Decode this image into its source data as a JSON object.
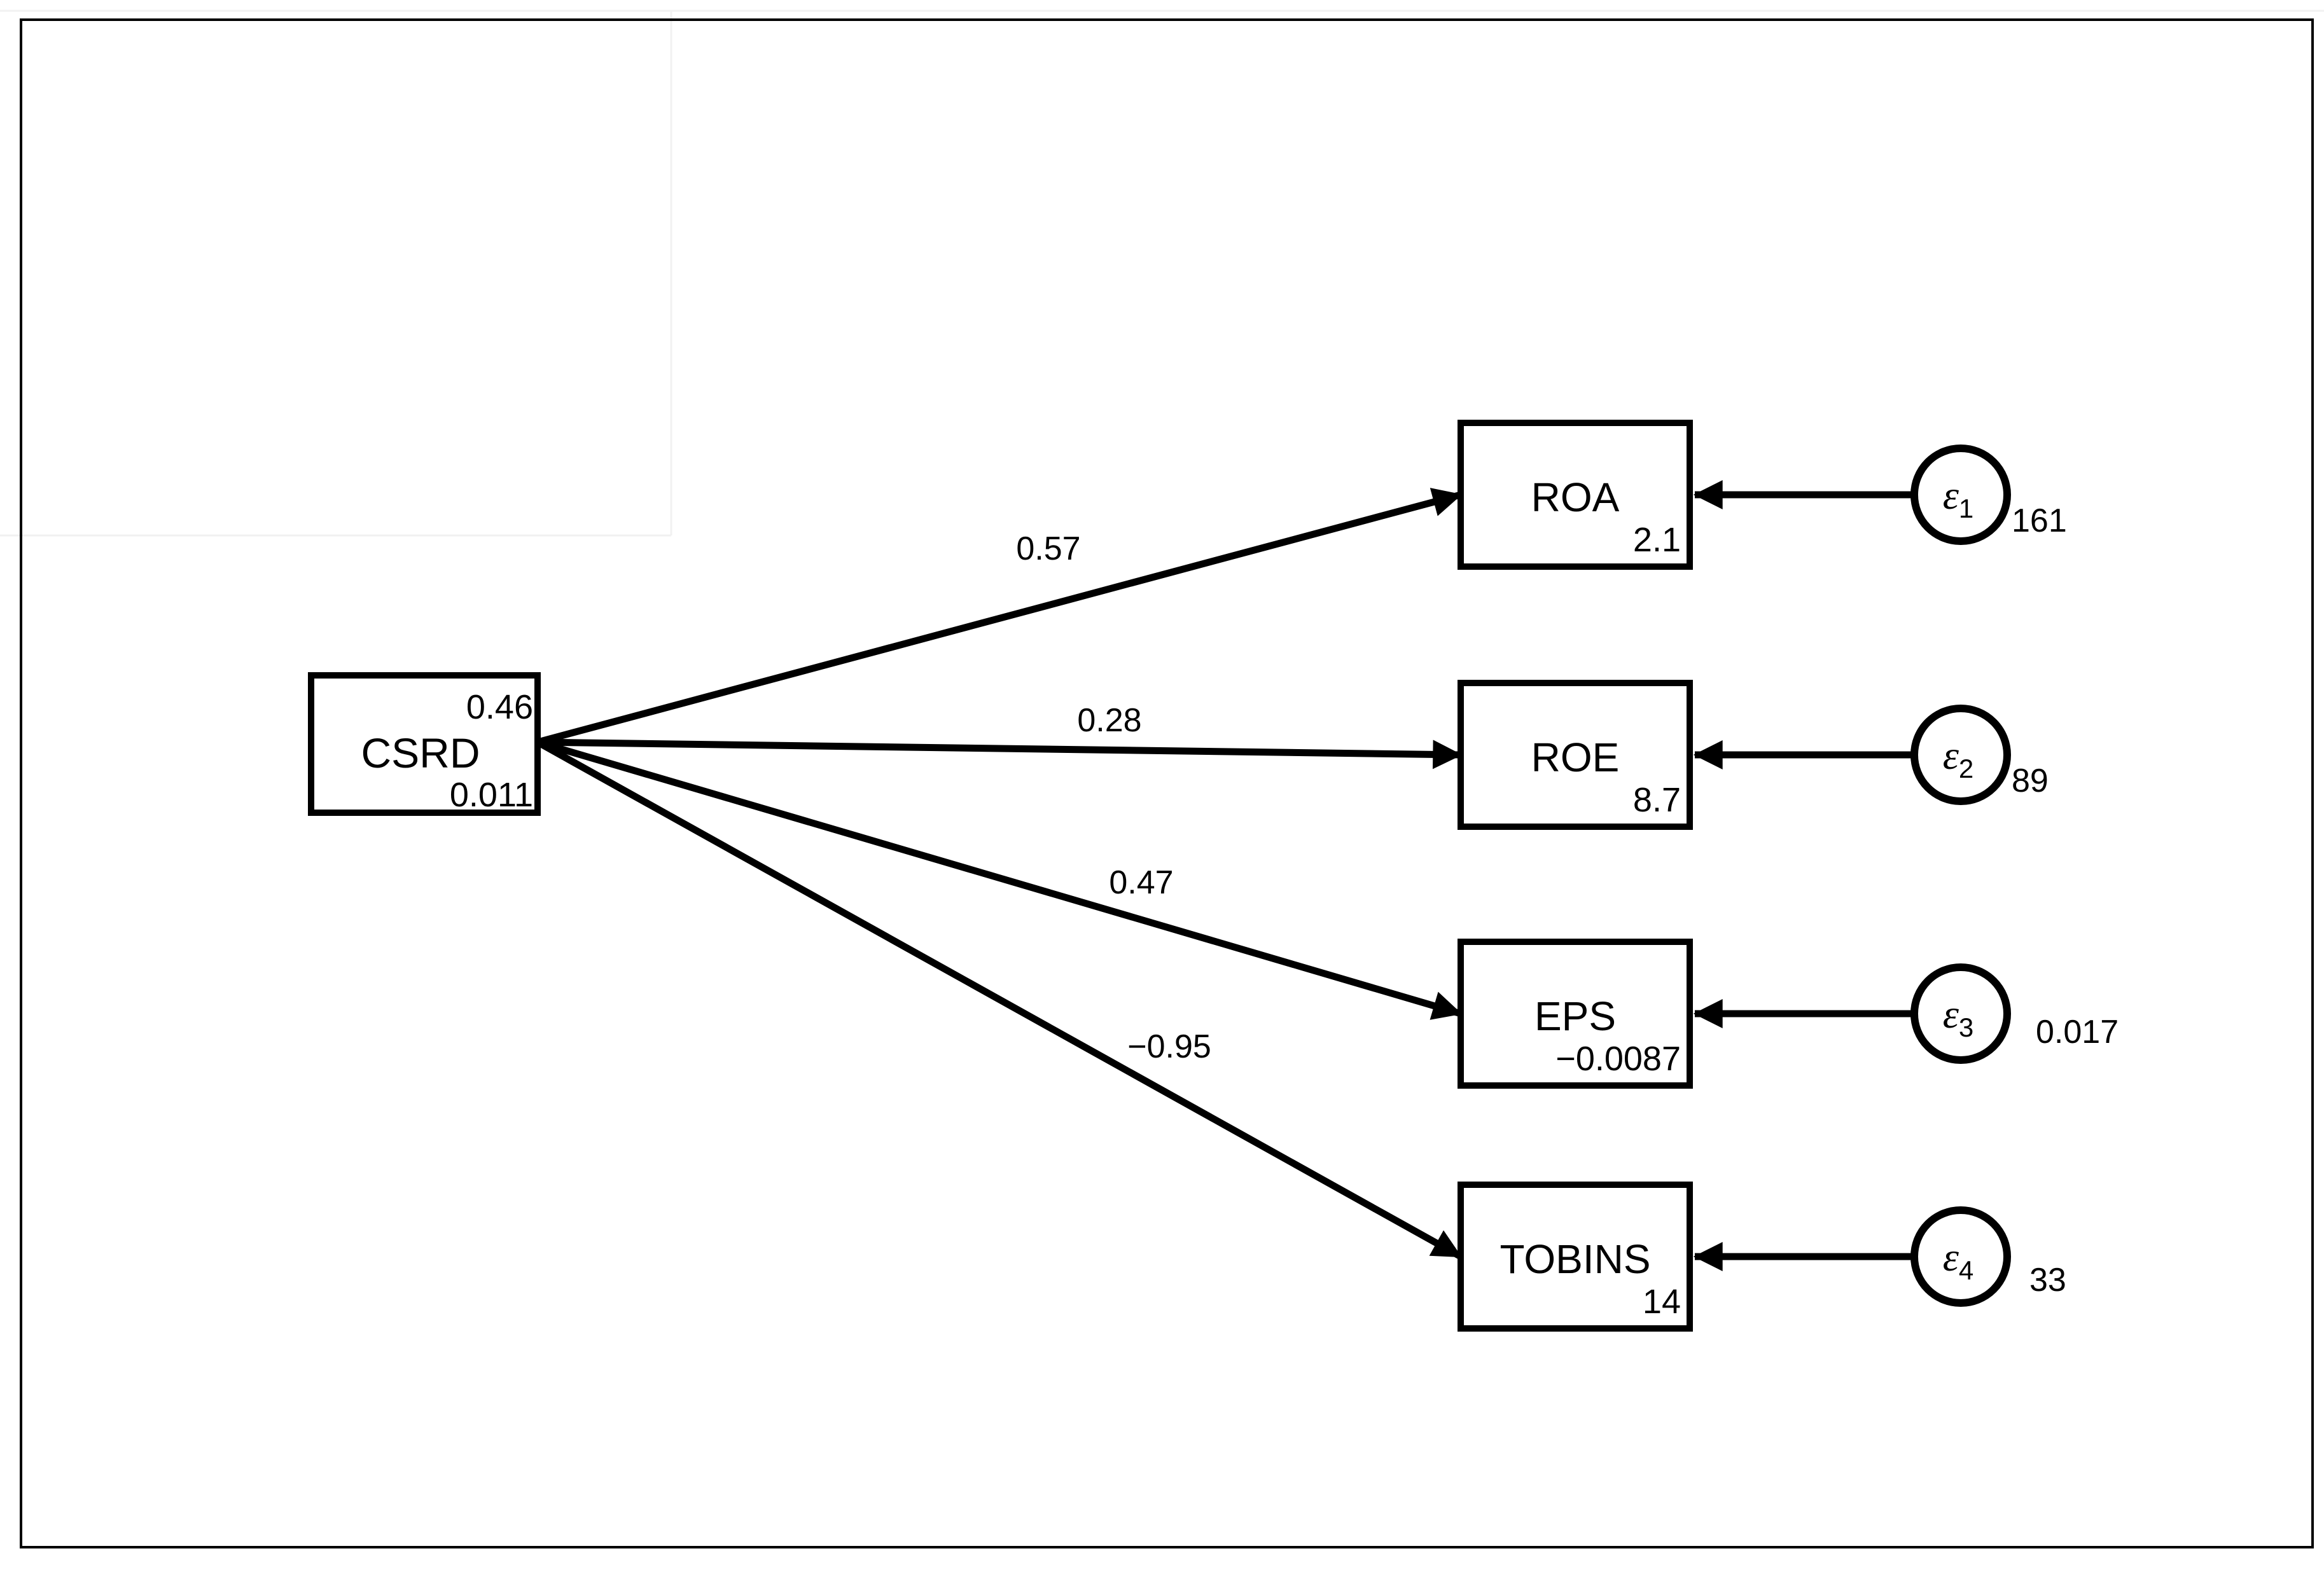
{
  "figure": {
    "type": "sem-path-diagram",
    "background_color": "#ffffff",
    "line_color": "#000000",
    "exogenous": {
      "label": "CSRD",
      "value_top": "0.46",
      "value_bottom": "0.011"
    },
    "observed": [
      {
        "label": "ROA",
        "value": "2.1",
        "path_coef": "0.57",
        "error": {
          "symbol": "ε",
          "sub": "1",
          "value": "161"
        }
      },
      {
        "label": "ROE",
        "value": "8.7",
        "path_coef": "0.28",
        "error": {
          "symbol": "ε",
          "sub": "2",
          "value": "89"
        }
      },
      {
        "label": "EPS",
        "value": "−0.0087",
        "path_coef": "0.47",
        "error": {
          "symbol": "ε",
          "sub": "3",
          "value": "0.017"
        }
      },
      {
        "label": "TOBINS",
        "value": "14",
        "path_coef": "−0.95",
        "error": {
          "symbol": "ε",
          "sub": "4",
          "value": "33"
        }
      }
    ]
  }
}
